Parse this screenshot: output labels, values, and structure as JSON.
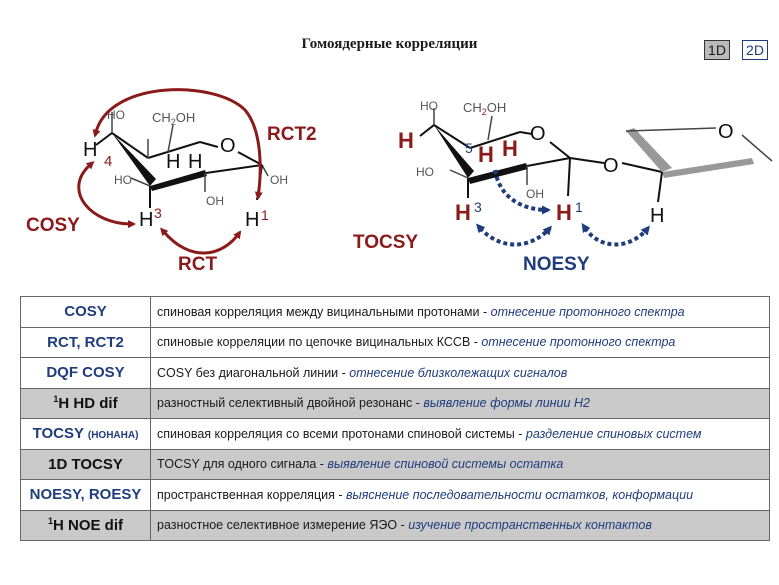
{
  "title": "Гомоядерные корреляции",
  "buttons": {
    "b1": "1D",
    "b2": "2D"
  },
  "colors": {
    "dark_red": "#8b1a1a",
    "navy": "#1f3c7c",
    "gray_band": "#c9c9c9"
  },
  "diagram_left": {
    "ho1": "HO",
    "ch2oh_pre": "CH",
    "ch2oh_sub": "2",
    "ch2oh_post": "OH",
    "o": "O",
    "h4": "H",
    "n4": "4",
    "h_a": "H",
    "h_b": "H",
    "ho2": "HO",
    "oh1": "OH",
    "oh2": "OH",
    "h3": "H",
    "n3": "3",
    "h1": "H",
    "n1": "1",
    "cosy": "COSY",
    "rct": "RCT",
    "rct2": "RCT2"
  },
  "diagram_right": {
    "ho1": "HO",
    "ch2oh_pre": "CH",
    "ch2oh_sub": "2",
    "ch2oh_post": "OH",
    "o1": "O",
    "o_link": "O",
    "o2": "O",
    "h4": "H",
    "n5": "5",
    "h5": "H",
    "h6": "H",
    "ho2": "HO",
    "oh": "OH",
    "h3": "H",
    "n3": "3",
    "h1": "H",
    "n1": "1",
    "h_right": "H",
    "tocsy": "TOCSY",
    "noesy": "NOESY"
  },
  "table": [
    {
      "method": "COSY",
      "text": "спиновая корреляция между вицинальными протонами - ",
      "em": "отнесение протонного спектра"
    },
    {
      "method": "RCT, RCT2",
      "text": "спиновые корреляции по цепочке вицинальных КССВ - ",
      "em": "отнесение протонного спектра"
    },
    {
      "method": "DQF COSY",
      "text": "COSY без диагональной линии - ",
      "em": "отнесение близколежащих сигналов"
    },
    {
      "sup": "1",
      "method": "H HD dif",
      "text": "разностный селективный двойной резонанс - ",
      "em": "выявление формы линии Н2"
    },
    {
      "method": "TOCSY",
      "note": "(HOHAHA)",
      "text": "спиновая корреляция со всеми протонами спиновой системы - ",
      "em": "разделение спиновых систем"
    },
    {
      "method": "1D TOCSY",
      "text": "TOCSY для одного сигнала - ",
      "em": "выявление спиновой системы остатка"
    },
    {
      "method": "NOESY, ROESY",
      "text": "пространственная корреляция - ",
      "em": "выяснение последовательности остатков, конформации"
    },
    {
      "sup": "1",
      "method": "H NOE dif",
      "text": "разностное селективное измерение ЯЭО - ",
      "em": "изучение пространственных контактов"
    }
  ]
}
